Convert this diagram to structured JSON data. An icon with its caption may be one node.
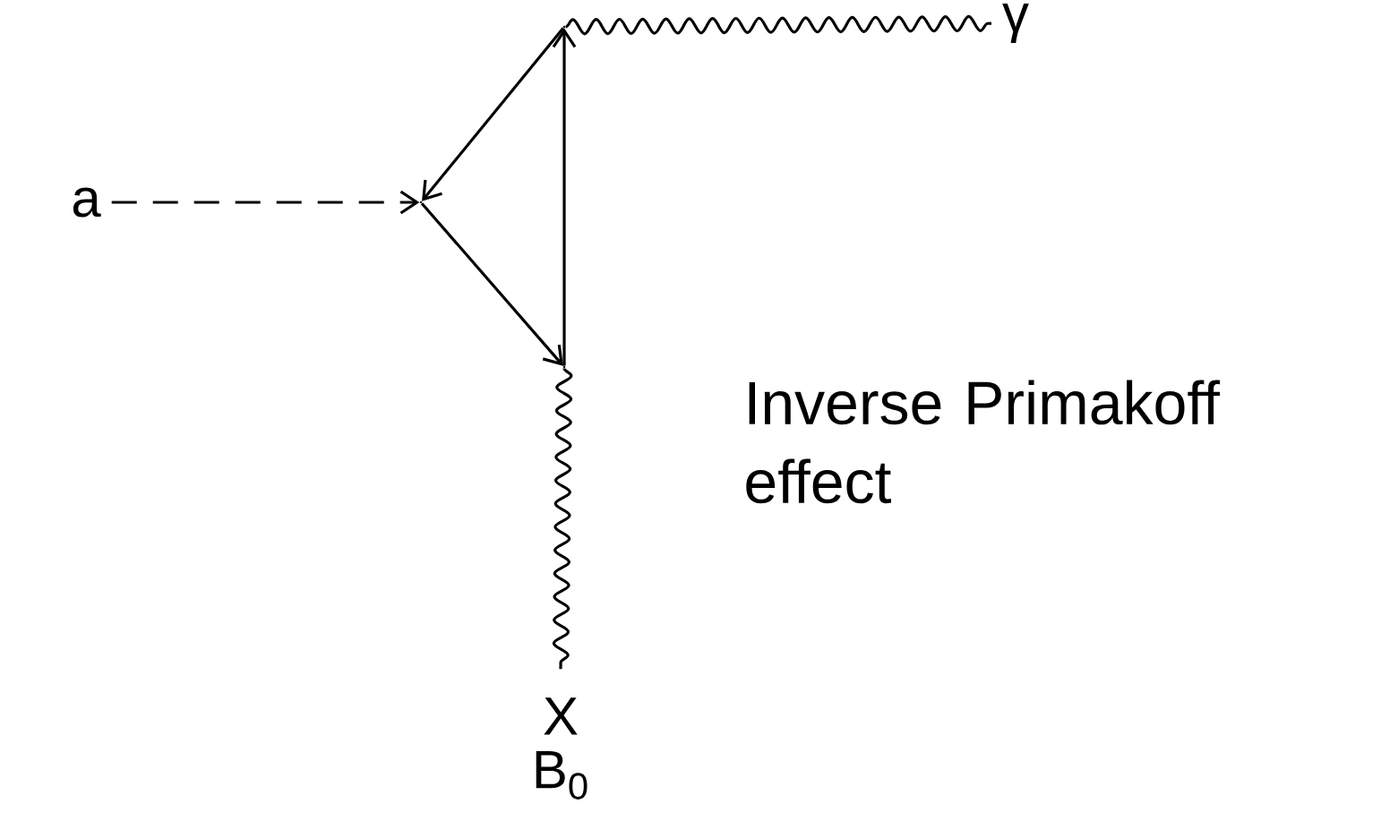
{
  "diagram": {
    "nodes": [
      {
        "text": [
          "a"
        ]
      },
      {
        "text": [],
        "shape": "vertex"
      },
      {
        "text": [],
        "shape": "vertex"
      },
      {
        "text": [],
        "shape": "vertex"
      },
      {
        "text": [
          "γ"
        ]
      },
      {
        "text": [
          "X"
        ],
        "beside": [
          "B$_{0}$"
        ]
      }
    ],
    "edges": [
      {
        "from": 0,
        "to": 1,
        "arrow": "to",
        "style": "dashed"
      },
      {
        "from": 2,
        "to": 1,
        "arrow": "to"
      },
      {
        "from": 1,
        "to": 3,
        "arrow": "to"
      },
      {
        "from": 3,
        "to": 2,
        "arrow": "to"
      },
      {
        "from": 2,
        "to": 4,
        "arrow": "none"
      },
      {
        "from": 3,
        "to": 5,
        "arrow": "none"
      }
    ],
    "labels": [
      "Inverse Primakoff effect"
    ]
  }
}
